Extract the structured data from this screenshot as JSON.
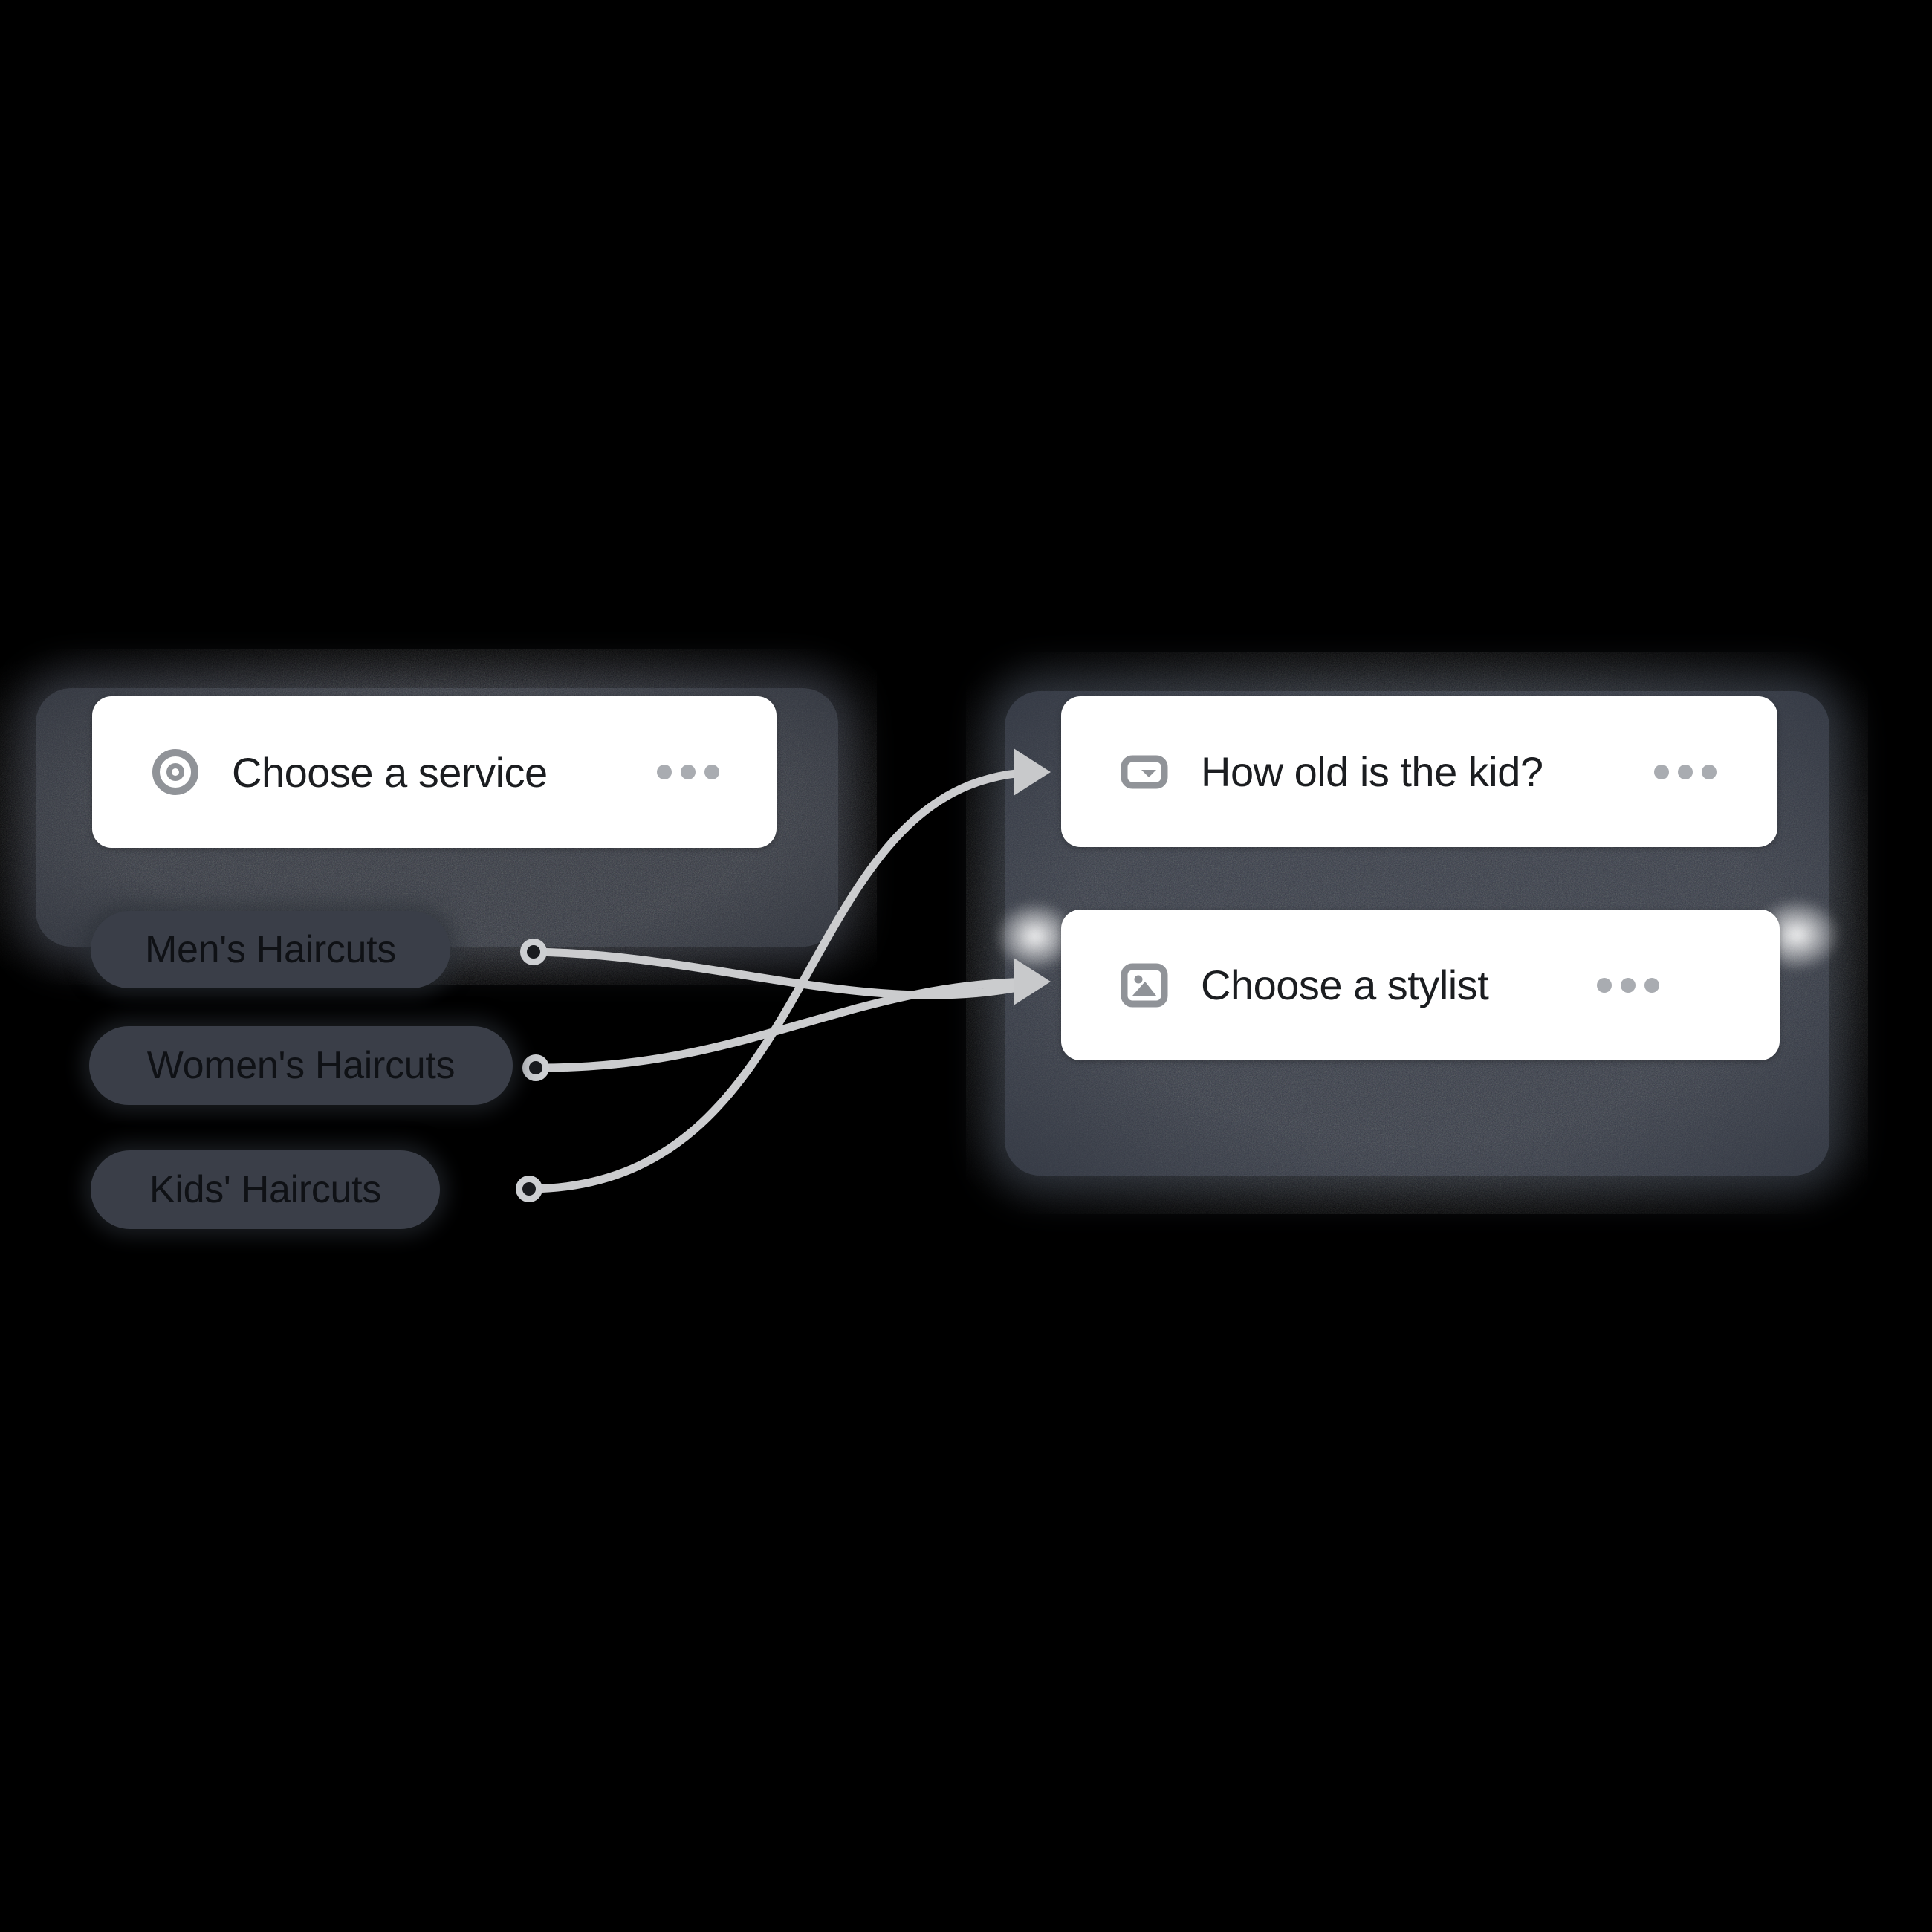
{
  "app": {
    "name": "Booking flow logic map"
  },
  "colors": {
    "background": "#000000",
    "panel": "#333843",
    "card_bg": "#ffffff",
    "card_text": "#1b1d20",
    "pill_bg": "#3a3e48",
    "pill_text": "#0f1115",
    "icon_gray": "#909398",
    "menu_dots": "#a9acb1",
    "connector": "#cbccce"
  },
  "flow": {
    "service_card": {
      "title": "Choose a service",
      "icon": "target-icon",
      "menu_icon": "ellipsis-icon"
    },
    "options": [
      {
        "label": "Men's Haircuts"
      },
      {
        "label": "Women's Haircuts"
      },
      {
        "label": "Kids' Haircuts"
      }
    ],
    "question_cards": [
      {
        "title": "How old is the kid?",
        "icon": "dropdown-field-icon",
        "menu_icon": "ellipsis-icon"
      },
      {
        "title": "Choose a stylist",
        "icon": "image-icon",
        "menu_icon": "ellipsis-icon"
      }
    ],
    "connections": [
      {
        "from": "Men's Haircuts",
        "to": "Choose a stylist"
      },
      {
        "from": "Women's Haircuts",
        "to": "Choose a stylist"
      },
      {
        "from": "Kids' Haircuts",
        "to": "How old is the kid?"
      }
    ]
  }
}
